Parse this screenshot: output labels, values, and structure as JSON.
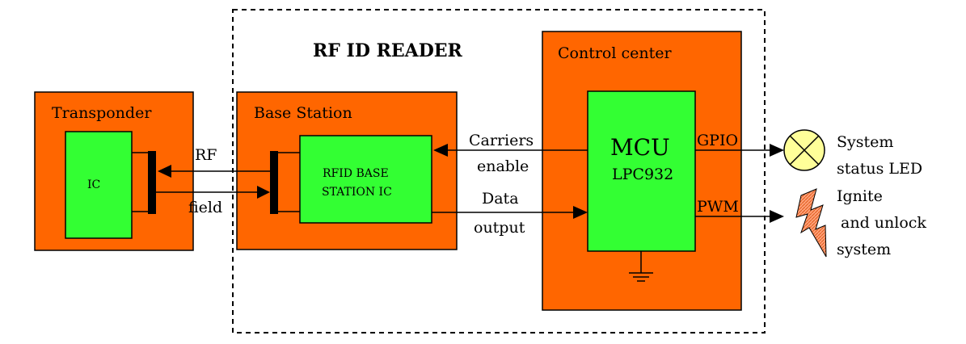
{
  "diagram": {
    "title": "RF ID READER",
    "transponder": {
      "label": "Transponder",
      "chip": "IC"
    },
    "base_station": {
      "label": "Base Station",
      "chip_line1": "RFID BASE",
      "chip_line2": "STATION IC"
    },
    "control_center": {
      "label": "Control center",
      "mcu": "MCU",
      "mcu_model": "LPC932",
      "gpio": "GPIO",
      "pwm": "PWM"
    },
    "rf_field": {
      "line1": "RF",
      "line2": "field"
    },
    "carriers": {
      "line1": "Carriers",
      "line2": "enable"
    },
    "data_output": {
      "line1": "Data",
      "line2": "output"
    },
    "led": {
      "line1": "System",
      "line2": "status LED"
    },
    "ignite": {
      "line1": "Ignite",
      "line2": "and unlock",
      "line3": "system"
    }
  },
  "colors": {
    "block_fill": "#FF6600",
    "chip_fill": "#33FF33",
    "led_fill": "#FFFF99",
    "bolt_fill": "#FF9966",
    "line": "#000000"
  }
}
